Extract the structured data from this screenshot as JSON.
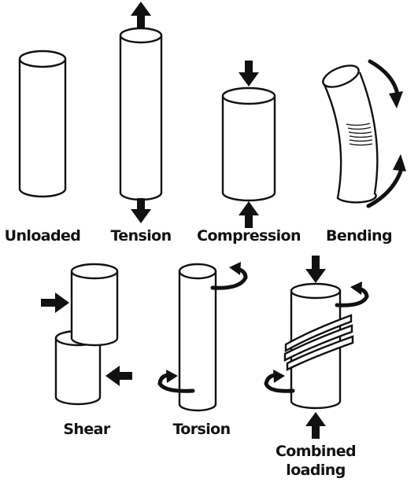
{
  "labels": {
    "unloaded": "Unloaded",
    "tension": "Tension",
    "compression": "Compression",
    "bending": "Bending",
    "shear": "Shear",
    "torsion": "Torsion",
    "combined_line1": "Combined",
    "combined_line2": "loading"
  },
  "colors": {
    "stroke": "#111111",
    "background": "#ffffff"
  }
}
